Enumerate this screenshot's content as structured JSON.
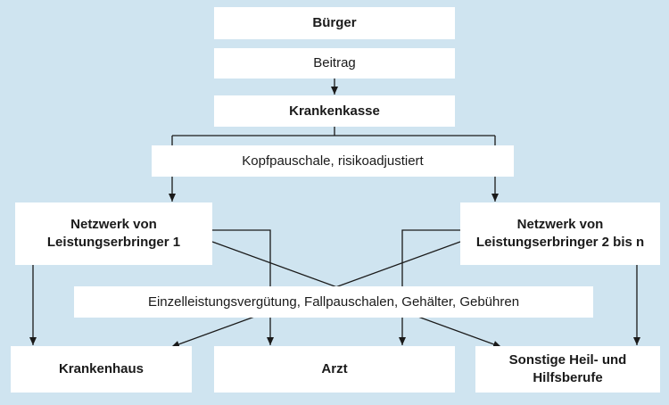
{
  "nodes": {
    "buerger": "Bürger",
    "beitrag": "Beitrag",
    "krankenkasse": "Krankenkasse",
    "kopfpauschale": "Kopfpauschale, risikoadjustiert",
    "netzwerk1": [
      "Netzwerk von",
      "Leistungserbringer 1"
    ],
    "netzwerk2": [
      "Netzwerk von",
      "Leistungserbringer 2 bis n"
    ],
    "verguetung": "Einzelleistungsvergütung, Fallpauschalen, Gehälter, Gebühren",
    "krankenhaus": "Krankenhaus",
    "arzt": "Arzt",
    "sonstige": [
      "Sonstige Heil- und",
      "Hilfsberufe"
    ]
  },
  "colors": {
    "background": "#cfe4f0",
    "box": "#ffffff",
    "line": "#1a1a1a"
  }
}
